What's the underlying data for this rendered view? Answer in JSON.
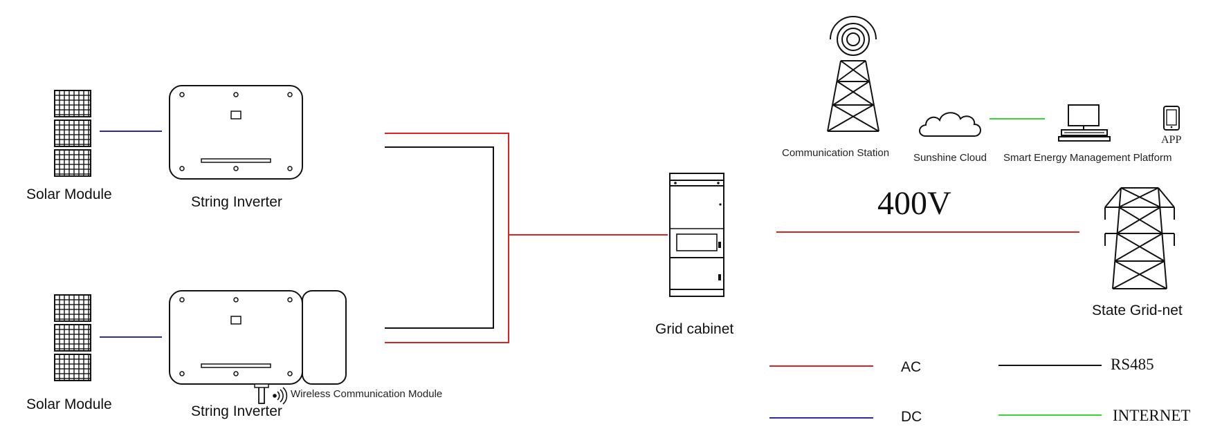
{
  "labels": {
    "solar_module_top": "Solar Module",
    "solar_module_bottom": "Solar Module",
    "string_inverter_top": "String Inverter",
    "string_inverter_bottom": "String Inverter",
    "wireless_module": "Wireless Communication Module",
    "grid_cabinet": "Grid cabinet",
    "voltage": "400V",
    "communication_station": "Communication Station",
    "sunshine_cloud": "Sunshine Cloud",
    "smart_platform": "Smart Energy Management Platform",
    "app": "APP",
    "state_grid": "State Grid-net"
  },
  "legend": {
    "ac": "AC",
    "dc": "DC",
    "rs485": "RS485",
    "internet": "INTERNET"
  },
  "colors": {
    "ac": "#e02020",
    "dc": "#2a2aa8",
    "rs485": "#111111",
    "internet": "#36d636",
    "outline": "#111111"
  }
}
